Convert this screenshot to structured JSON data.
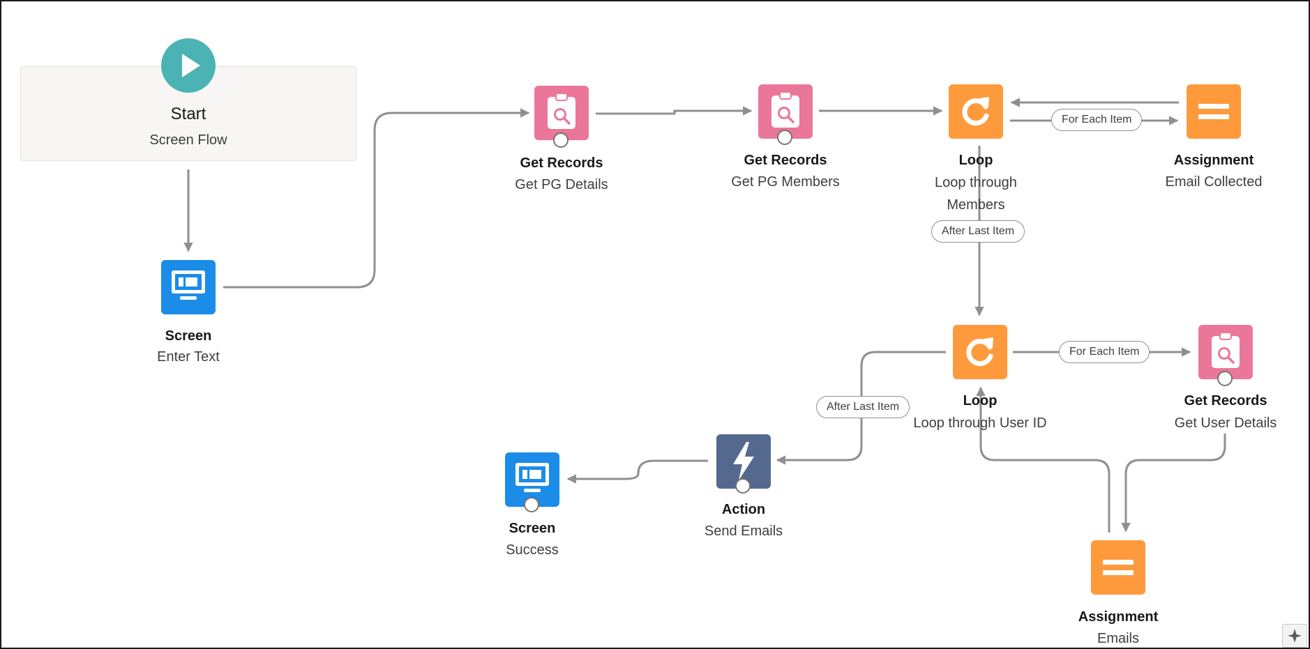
{
  "colors": {
    "start": "#4bb3b4",
    "screen": "#1b8ce8",
    "get_records": "#ea7799",
    "loop": "#ff9a3c",
    "assignment": "#ff9a3c",
    "action": "#54698d",
    "connector": "#8f8f8f"
  },
  "start": {
    "icon": "play-icon",
    "title": "Start",
    "subtitle": "Screen Flow"
  },
  "nodes": [
    {
      "id": "screen_enter_text",
      "icon": "screen-icon",
      "type": "Screen",
      "label": "Enter Text"
    },
    {
      "id": "get_pg_details",
      "icon": "record-lookup-icon",
      "type": "Get Records",
      "label": "Get PG Details"
    },
    {
      "id": "get_pg_members",
      "icon": "record-lookup-icon",
      "type": "Get Records",
      "label": "Get PG Members"
    },
    {
      "id": "loop_members",
      "icon": "loop-icon",
      "type": "Loop",
      "label": "Loop through Members"
    },
    {
      "id": "assign_email_collected",
      "icon": "assignment-icon",
      "type": "Assignment",
      "label": "Email Collected"
    },
    {
      "id": "loop_user_id",
      "icon": "loop-icon",
      "type": "Loop",
      "label": "Loop through User ID"
    },
    {
      "id": "get_user_details",
      "icon": "record-lookup-icon",
      "type": "Get Records",
      "label": "Get User Details"
    },
    {
      "id": "assign_emails",
      "icon": "assignment-icon",
      "type": "Assignment",
      "label": "Emails"
    },
    {
      "id": "action_send_emails",
      "icon": "lightning-icon",
      "type": "Action",
      "label": "Send Emails"
    },
    {
      "id": "screen_success",
      "icon": "screen-icon",
      "type": "Screen",
      "label": "Success"
    }
  ],
  "connector_labels": {
    "for_each_1": "For Each Item",
    "after_last_1": "After Last Item",
    "for_each_2": "For Each Item",
    "after_last_2": "After Last Item"
  },
  "toolbar": {
    "corner_icon": "sparkle-icon"
  }
}
